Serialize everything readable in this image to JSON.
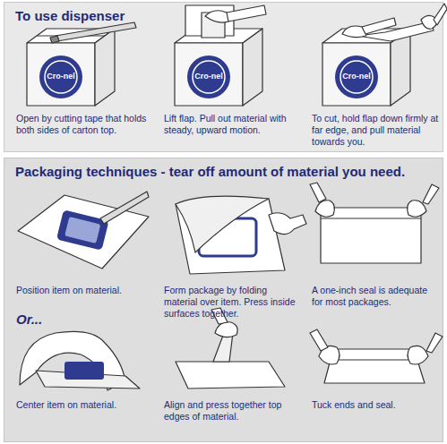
{
  "diagram": {
    "nodes": [
      {
        "text": [
          "To use dispenser"
        ]
      },
      {
        "text": [
          "Packaging techniques - tear off amount of material you need."
        ]
      }
    ],
    "labels": [
      "Cro-nel",
      "Open by cutting tape that holds both sides of carton top.",
      "Cro-nel",
      "Lift flap. Pull out material with steady, upward motion.",
      "Cro-nel",
      "To cut, hold flap down firmly at far edge, and pull material towards you.",
      "Position item on material.",
      "Form package by folding material over item. Press inside surfaces together.",
      "A one-inch seal is adequate for most packages.",
      "Or...",
      "Center item on material.",
      "Align and press together top edges of material.",
      "Tuck ends and seal."
    ]
  }
}
